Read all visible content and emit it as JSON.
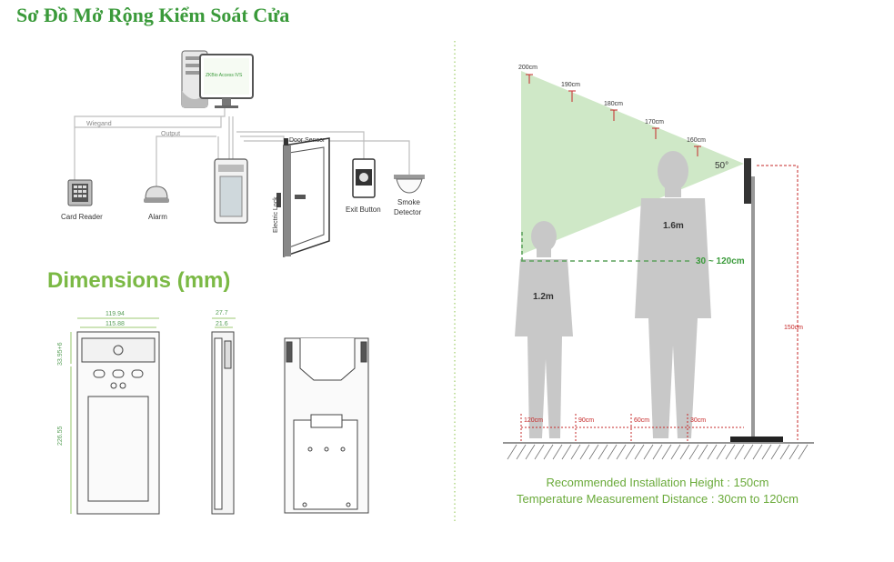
{
  "title": "Sơ Đồ Mở Rộng Kiểm Soát Cửa",
  "wiring": {
    "wiegand": "Wiegand",
    "output": "Output",
    "door_sensor": "Door Sensor",
    "electric_lock": "Electric Lock",
    "card_reader": "Card Reader",
    "alarm": "Alarm",
    "exit_button": "Exit Button",
    "smoke_detector_line1": "Smoke",
    "smoke_detector_line2": "Detector",
    "monitor_brand": "ZKBio Access IVS"
  },
  "dimensions": {
    "title": "Dimensions (mm)",
    "width_outer": "119.94",
    "width_inner": "115.88",
    "depth_outer": "27.7",
    "depth_inner": "21.6",
    "height_top": "33.95+6",
    "height_main": "226.55"
  },
  "installation": {
    "heights": [
      "200cm",
      "190cm",
      "180cm",
      "170cm",
      "160cm"
    ],
    "angle": "50°",
    "person_tall": "1.6m",
    "person_short": "1.2m",
    "range_label": "30 ~ 120cm",
    "stand_height": "150cm",
    "floor_marks": [
      "120cm",
      "90cm",
      "60cm",
      "30cm"
    ],
    "footer_line1": "Recommended Installation Height : 150cm",
    "footer_line2": "Temperature Measurement Distance : 30cm to 120cm"
  },
  "colors": {
    "title_green": "#3a9a3a",
    "dim_green": "#7bb945",
    "cone_green": "#cfe8c7",
    "measure_red": "#c62828",
    "silhouette_gray": "#c8c8c8"
  }
}
